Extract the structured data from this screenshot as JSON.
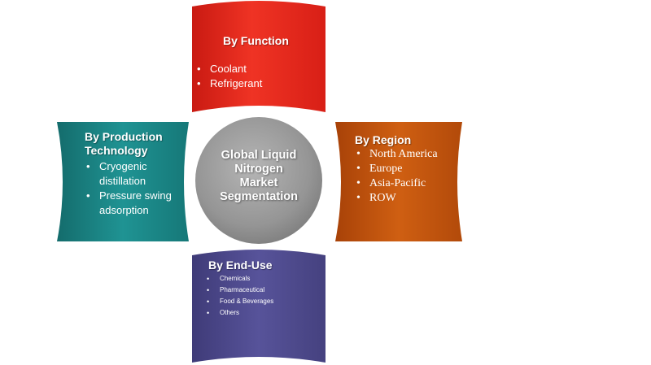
{
  "diagram": {
    "center": {
      "lines": [
        "Global Liquid",
        "Nitrogen",
        "Market",
        "Segmentation"
      ],
      "color": "#9a9a9a"
    },
    "function": {
      "title": "By Function",
      "items": [
        "Coolant",
        "Refrigerant"
      ],
      "color": "#e8291f"
    },
    "production": {
      "title_lines": [
        "By Production",
        "Technology"
      ],
      "items": [
        "Cryogenic distillation",
        "Pressure swing adsorption"
      ],
      "color": "#1c8c8c"
    },
    "region": {
      "title": "By Region",
      "items": [
        "North America",
        "Europe",
        "Asia-Pacific",
        "ROW"
      ],
      "color": "#c4560c"
    },
    "end_use": {
      "title": "By End-Use",
      "items": [
        "Chemicals",
        "Pharmaceutical",
        "Food & Beverages",
        "Others"
      ],
      "color": "#4f4b8c"
    }
  }
}
